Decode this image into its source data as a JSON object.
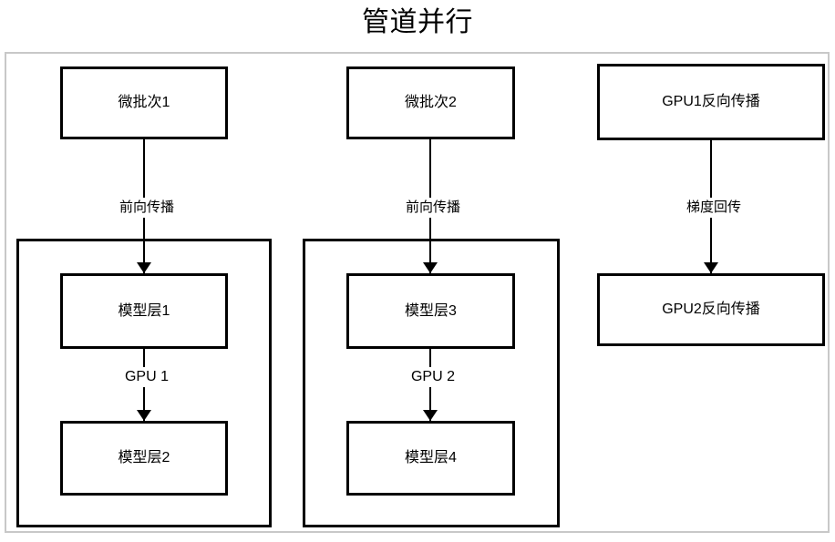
{
  "title": "管道并行",
  "canvas": {
    "border_color": "#c8c8c8",
    "node_border_color": "#000000",
    "background": "#ffffff"
  },
  "groups": [
    {
      "id": "gpu-group-1",
      "label": "GPU 1"
    },
    {
      "id": "gpu-group-2",
      "label": "GPU 2"
    }
  ],
  "nodes": {
    "microbatch_1": "微批次1",
    "microbatch_2": "微批次2",
    "gpu1_backward": "GPU1反向传播",
    "layer_1": "模型层1",
    "layer_2": "模型层2",
    "layer_3": "模型层3",
    "layer_4": "模型层4",
    "gpu2_backward": "GPU2反向传播"
  },
  "edges": [
    {
      "id": "forward-1",
      "from": "microbatch_1",
      "to": "layer_1",
      "label": "前向传播"
    },
    {
      "id": "gpu1",
      "from": "layer_1",
      "to": "layer_2",
      "label": "GPU 1"
    },
    {
      "id": "forward-2",
      "from": "microbatch_2",
      "to": "layer_3",
      "label": "前向传播"
    },
    {
      "id": "gpu2",
      "from": "layer_3",
      "to": "layer_4",
      "label": "GPU 2"
    },
    {
      "id": "gradient",
      "from": "gpu1_backward",
      "to": "gpu2_backward",
      "label": "梯度回传"
    }
  ],
  "edge_labels": {
    "forward_1": "前向传播",
    "forward_2": "前向传播",
    "gradient": "梯度回传",
    "gpu_1": "GPU 1",
    "gpu_2": "GPU 2"
  }
}
